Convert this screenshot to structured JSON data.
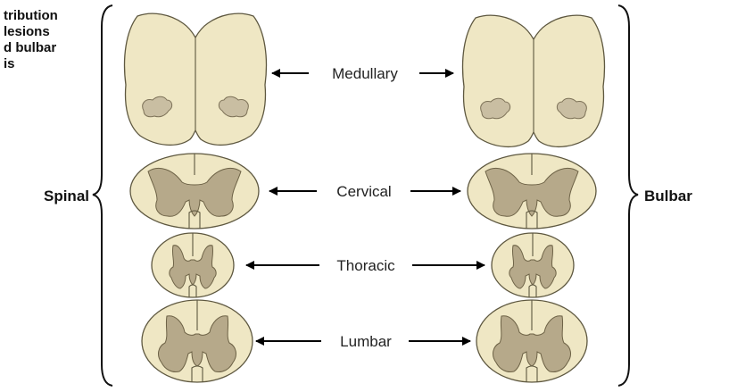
{
  "title_lines": [
    "tribution",
    "lesions",
    "d bulbar",
    "is"
  ],
  "left_label": "Spinal",
  "right_label": "Bulbar",
  "levels": [
    {
      "label": "Medullary"
    },
    {
      "label": "Cervical"
    },
    {
      "label": "Thoracic"
    },
    {
      "label": "Lumbar"
    }
  ]
}
